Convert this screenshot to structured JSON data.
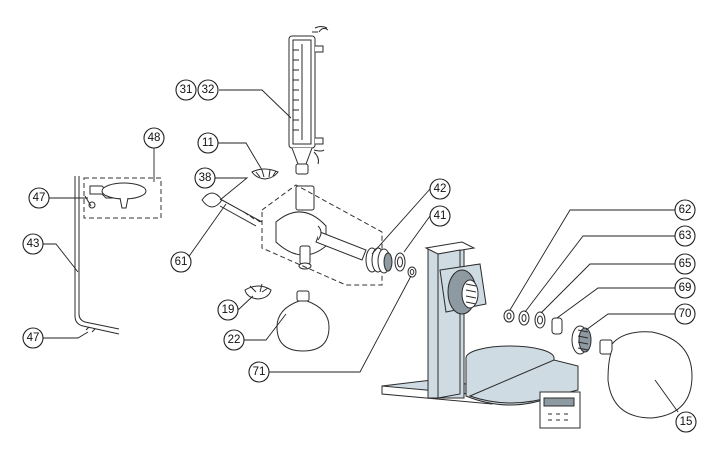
{
  "callouts": [
    {
      "id": "c31",
      "label": "31"
    },
    {
      "id": "c32",
      "label": "32"
    },
    {
      "id": "c11",
      "label": "11"
    },
    {
      "id": "c38",
      "label": "38"
    },
    {
      "id": "c42",
      "label": "42"
    },
    {
      "id": "c41",
      "label": "41"
    },
    {
      "id": "c48",
      "label": "48"
    },
    {
      "id": "c47a",
      "label": "47"
    },
    {
      "id": "c43",
      "label": "43"
    },
    {
      "id": "c47b",
      "label": "47"
    },
    {
      "id": "c61",
      "label": "61"
    },
    {
      "id": "c19",
      "label": "19"
    },
    {
      "id": "c22",
      "label": "22"
    },
    {
      "id": "c71",
      "label": "71"
    },
    {
      "id": "c62",
      "label": "62"
    },
    {
      "id": "c63",
      "label": "63"
    },
    {
      "id": "c65",
      "label": "65"
    },
    {
      "id": "c69",
      "label": "69"
    },
    {
      "id": "c70",
      "label": "70"
    },
    {
      "id": "c15",
      "label": "15"
    }
  ]
}
